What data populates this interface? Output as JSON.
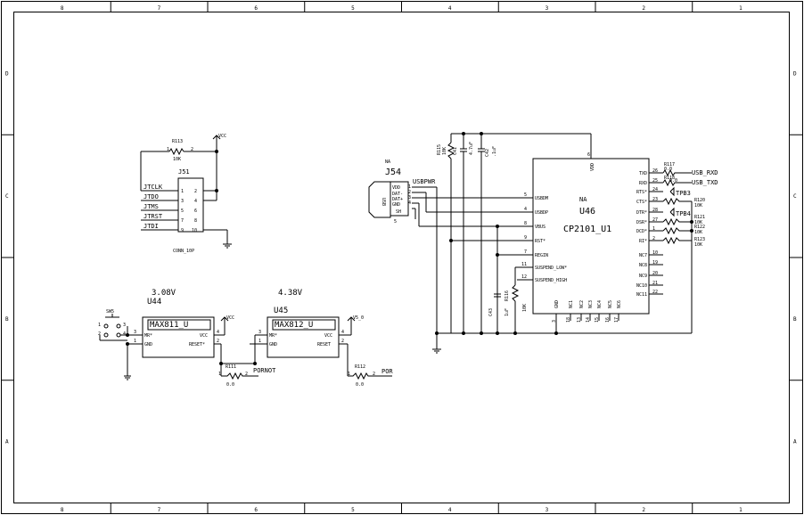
{
  "frame": {
    "cols": [
      "8",
      "7",
      "6",
      "5",
      "4",
      "3",
      "2",
      "1"
    ],
    "rows": [
      "D",
      "C",
      "B",
      "A"
    ]
  },
  "j51": {
    "ref": "J51",
    "value": "CONN_10P",
    "signals": [
      "JTCLK",
      "JTDO",
      "JTMS",
      "JTRST",
      "JTDI"
    ],
    "left_pins": [
      "1",
      "3",
      "5",
      "7",
      "9"
    ],
    "right_pins": [
      "2",
      "4",
      "6",
      "8",
      "10"
    ],
    "r_ref": "R113",
    "r_val": "10K",
    "r_p1": "1",
    "r_p2": "2",
    "vcc": "VCC"
  },
  "u44": {
    "ref": "U44",
    "part": "MAX811_U",
    "voltage": "3.08V",
    "pin_mr": "MR*",
    "pin_gnd": "GND",
    "pin_vcc": "VCC",
    "pin_reset": "RESET*",
    "pn_mr": "3",
    "pn_gnd": "1",
    "pn_vcc": "4",
    "pn_reset": "2",
    "vcc": "VCC"
  },
  "u45": {
    "ref": "U45",
    "part": "MAX812_U",
    "voltage": "4.38V",
    "pin_mr": "MR*",
    "pin_gnd": "GND",
    "pin_vcc": "VCC",
    "pin_reset": "RESET",
    "pn_mr": "3",
    "pn_gnd": "1",
    "pn_vcc": "4",
    "pn_reset": "2",
    "vcc": "V5_0"
  },
  "sw5": {
    "ref": "SW5",
    "p1": "1",
    "p2": "2",
    "p3": "3",
    "p4": "4"
  },
  "r111": {
    "ref": "R111",
    "val": "0.0",
    "p1": "1",
    "p2": "2"
  },
  "r112": {
    "ref": "R112",
    "val": "0.0",
    "p1": "1",
    "p2": "2"
  },
  "nets": {
    "pornot": "PORNOT",
    "por": "POR",
    "usbpwr": "USBPWR",
    "usb_rxd": "USB_RXD",
    "usb_txd": "USB_TXD",
    "tpb3": "TPB3",
    "tpb4": "TPB4"
  },
  "j54": {
    "ref": "J54",
    "na": "NA",
    "usb": "USB",
    "pins": [
      "VDD",
      "DAT-",
      "DAT+",
      "GND",
      "SH"
    ],
    "pn": [
      "1",
      "2",
      "3",
      "4",
      "5"
    ]
  },
  "caps": {
    "c41": "C41",
    "c41_val": "4.7uF",
    "c42": "C42",
    "c42_val": ".1uF",
    "c43": "C43",
    "c43_val": "1uF",
    "r115": "R115",
    "r115_val": "10K",
    "r116": "R116",
    "r116_val": "10K"
  },
  "u46": {
    "ref": "U46",
    "part": "CP2101_U1",
    "na": "NA",
    "vdd": "VDD",
    "vdd_pin": "6",
    "left_pins": [
      {
        "num": "5",
        "name": "USBDM"
      },
      {
        "num": "4",
        "name": "USBDP"
      },
      {
        "num": "8",
        "name": "VBUS"
      },
      {
        "num": "9",
        "name": "RST*"
      },
      {
        "num": "7",
        "name": "REGIN"
      },
      {
        "num": "11",
        "name": "SUSPEND_LOW*"
      },
      {
        "num": "12",
        "name": "SUSPEND_HIGH"
      }
    ],
    "right_pins": [
      {
        "num": "26",
        "name": "TXD"
      },
      {
        "num": "25",
        "name": "RXD"
      },
      {
        "num": "24",
        "name": "RTS*"
      },
      {
        "num": "23",
        "name": "CTS*"
      },
      {
        "num": "28",
        "name": "DTR*"
      },
      {
        "num": "27",
        "name": "DSR*"
      },
      {
        "num": "1",
        "name": "DCD*"
      },
      {
        "num": "2",
        "name": "RI*"
      },
      {
        "num": "10",
        "name": "NC7"
      },
      {
        "num": "19",
        "name": "NC8"
      },
      {
        "num": "20",
        "name": "NC9"
      },
      {
        "num": "21",
        "name": "NC10"
      },
      {
        "num": "22",
        "name": "NC11"
      }
    ],
    "bottom_pins": [
      {
        "num": "3",
        "name": "GND"
      },
      {
        "num": "18",
        "name": "NC1"
      },
      {
        "num": "13",
        "name": "NC2"
      },
      {
        "num": "14",
        "name": "NC3"
      },
      {
        "num": "15",
        "name": "NC4"
      },
      {
        "num": "16",
        "name": "NC5"
      },
      {
        "num": "17",
        "name": "NC6"
      }
    ]
  },
  "rpull": {
    "r117": "R117",
    "r117_val": "0.0",
    "r118": "R118",
    "r118_val": "0.0",
    "r120": "R120",
    "r120_val": "10K",
    "r121": "R121",
    "r121_val": "10K",
    "r122": "R122",
    "r122_val": "10K",
    "r123": "R123",
    "r123_val": "10K"
  }
}
